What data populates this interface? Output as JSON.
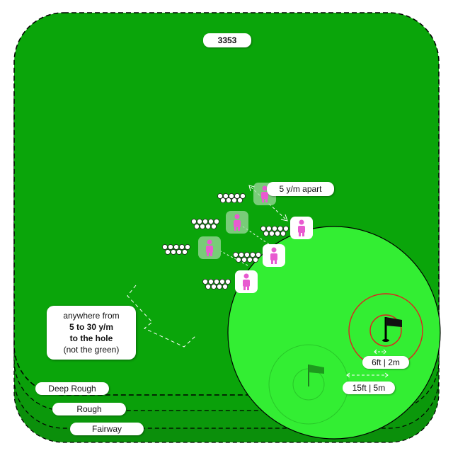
{
  "header": {
    "code": "3353"
  },
  "spacing_label": "5 y/m apart",
  "note": {
    "line1": "anywhere from",
    "line2": "5 to 30 y/m",
    "line3": "to the hole",
    "line4": "(not the green)"
  },
  "circle_labels": {
    "inner": "6ft | 2m",
    "outer": "15ft | 5m"
  },
  "zones": {
    "deep_rough": "Deep Rough",
    "rough": "Rough",
    "fairway": "Fairway"
  },
  "icons": {
    "player": "person-icon",
    "ball": "golf-ball-icon",
    "flag": "flag-icon",
    "marker": "position-marker-icon"
  },
  "colors": {
    "field_green": "#0aa50a",
    "green_surface": "#33ee33",
    "player_pink": "#e85ad0",
    "target_circle": "#e02020",
    "flag_black": "#111111",
    "flag_green": "#1d9a1d"
  }
}
